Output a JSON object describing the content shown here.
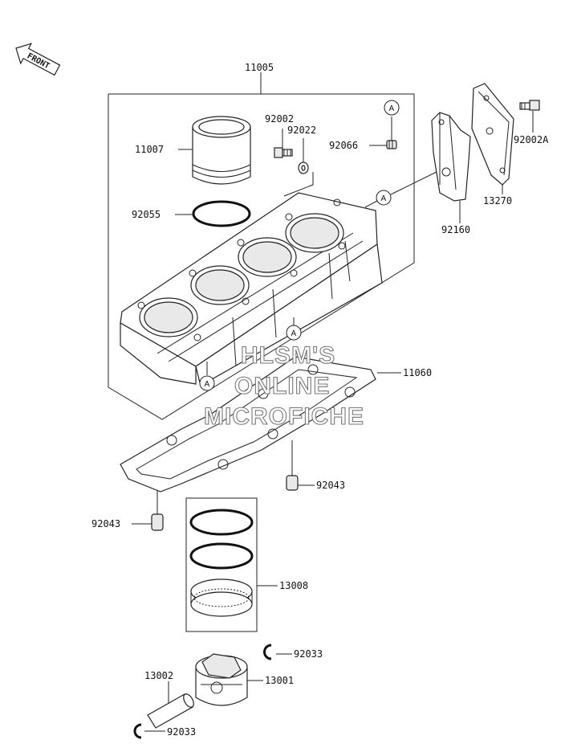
{
  "front_badge": "FRONT",
  "callouts": {
    "c11005": "11005",
    "c11007": "11007",
    "c92002": "92002",
    "c92022": "92022",
    "c92066": "92066",
    "c92002A": "92002A",
    "c13270": "13270",
    "c92160": "92160",
    "c92055": "92055",
    "c11060": "11060",
    "c92043_right": "92043",
    "c92043_left": "92043",
    "c13008": "13008",
    "c92033_top": "92033",
    "c13002": "13002",
    "c13001": "13001",
    "c92033_bottom": "92033"
  },
  "ref_marker": "A",
  "watermark": {
    "line1": "HLSM'S",
    "line2": "ONLINE",
    "line3": "MICROFICHE"
  }
}
